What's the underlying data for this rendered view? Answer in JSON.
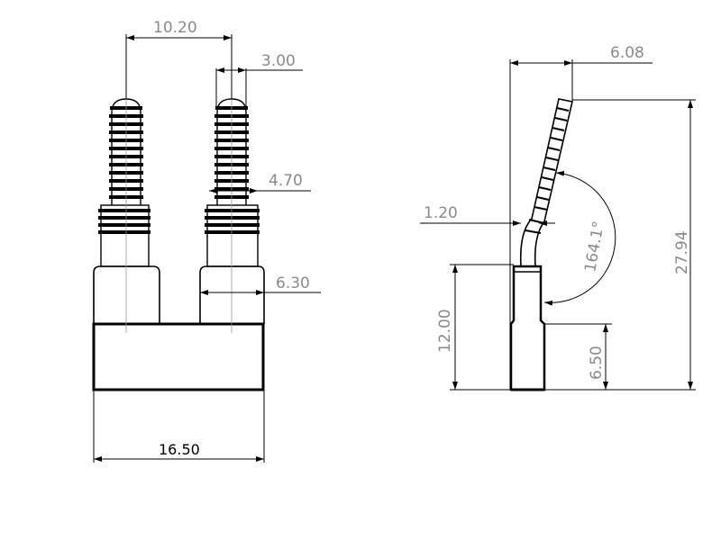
{
  "drawing_title": "",
  "dimensions": {
    "front_pin_spacing": "10.20",
    "front_pin_diameter": "3.00",
    "front_collar_diameter": "4.70",
    "front_shoulder_width": "6.30",
    "front_base_width": "16.50",
    "side_tip_offset": "6.08",
    "side_overall_height": "27.94",
    "side_thickness": "1.20",
    "side_base_height": "12.00",
    "side_lower_height": "6.50",
    "side_bend_angle": "164.1°"
  }
}
